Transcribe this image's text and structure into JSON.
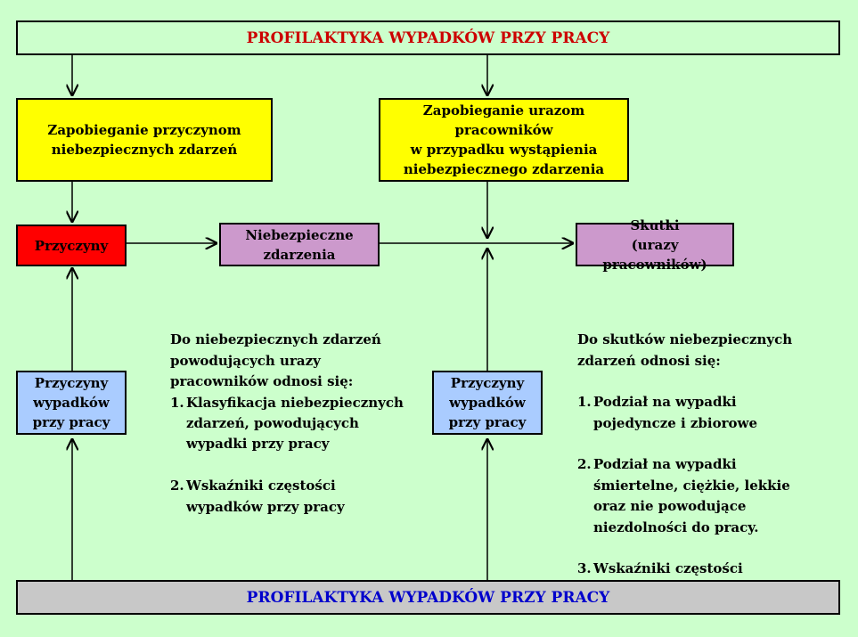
{
  "colors": {
    "background": "#ccffcc",
    "banner_top_text": "#cc0000",
    "banner_bottom_text": "#0000cc",
    "banner_bottom_fill": "#c8c8c8",
    "yellow_fill": "#ffff00",
    "red_fill": "#ff0000",
    "purple_fill": "#cc99cc",
    "blue_fill": "#aaccff"
  },
  "top_banner": "PROFILAKTYKA WYPADKÓW PRZY PRACY",
  "bottom_banner": "PROFILAKTYKA WYPADKÓW PRZY PRACY",
  "prevent_causes": "Zapobieganie przyczynom\nniebezpiecznych zdarzeń",
  "prevent_injuries": "Zapobieganie urazom pracowników\nw przypadku wystąpienia\nniebezpiecznego zdarzenia",
  "causes": "Przyczyny",
  "dangerous_events": "Niebezpieczne\nzdarzenia",
  "effects": "Skutki\n(urazy pracowników)",
  "accident_causes_left": "Przyczyny\nwypadków\nprzy pracy",
  "accident_causes_right": "Przyczyny\nwypadków\nprzy pracy",
  "middle_note": {
    "intro": "Do niebezpiecznych zdarzeń\npowodujących urazy\npracowników odnosi się:",
    "items": [
      {
        "num": "1.",
        "text": "Klasyfikacja niebezpiecznych\nzdarzeń, powodujących\nwypadki przy pracy"
      },
      {
        "num": "2.",
        "text": "Wskaźniki częstości\nwypadków przy pracy"
      }
    ]
  },
  "right_note": {
    "intro": "Do skutków niebezpiecznych\nzdarzeń odnosi się:",
    "items": [
      {
        "num": "1.",
        "text": "Podział na wypadki\npojedyncze i zbiorowe"
      },
      {
        "num": "2.",
        "text": "Podział na wypadki\nśmiertelne, ciężkie, lekkie\noraz nie powodujące\nniezdolności do pracy."
      },
      {
        "num": "3.",
        "text": "Wskaźniki częstości\nwypadków przy pracy"
      }
    ]
  }
}
